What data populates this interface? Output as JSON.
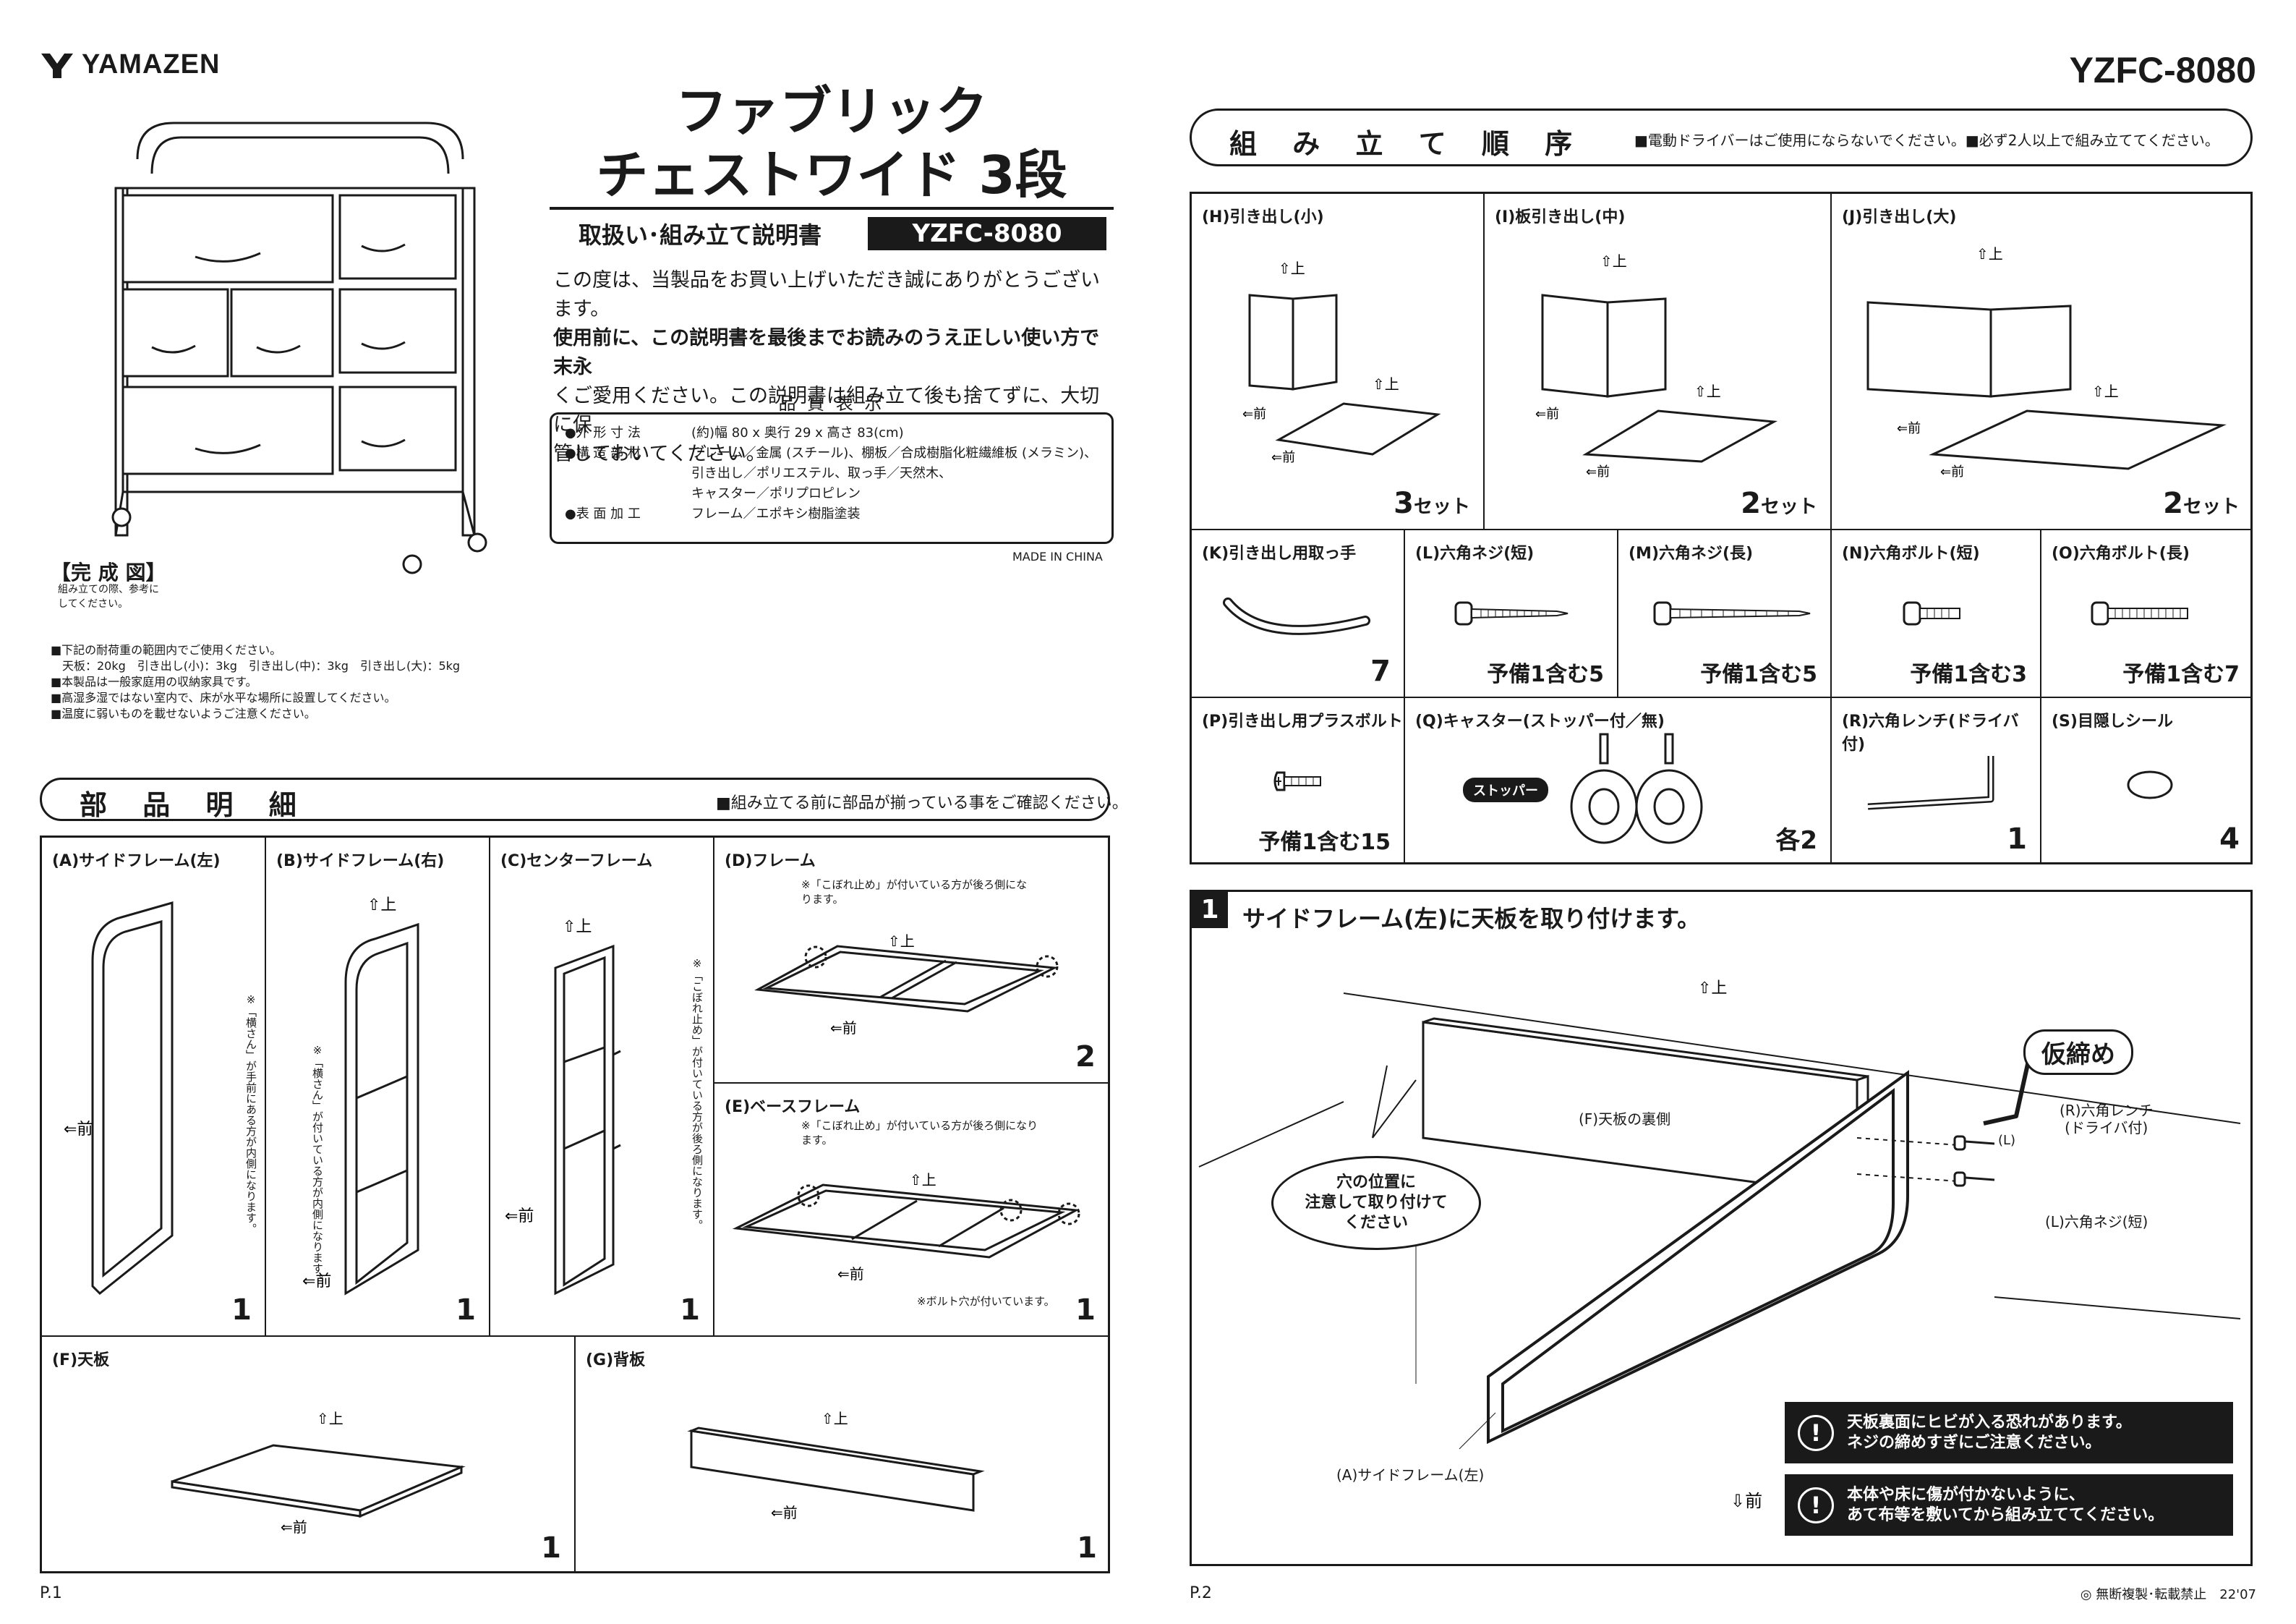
{
  "brand": {
    "logo_text": "YAMAZEN"
  },
  "model_top_right": "YZFC-8080",
  "page1": {
    "title_line1": "ファブリック",
    "title_line2": "チェストワイド 3段",
    "subtitle": "取扱い･組み立て説明書",
    "model_badge": "YZFC-8080",
    "intro_line1": "この度は、当製品をお買い上げいただき誠にありがとうございます。",
    "intro_line2": "使用前に、この説明書を最後までお読みのうえ正しい使い方で末永",
    "intro_line3": "くご愛用ください。この説明書は組み立て後も捨てずに、大切に保",
    "intro_line4": "管しておいてください。",
    "quality_heading": "品 質 表 示",
    "spec_size_label": "●外 形 寸 法",
    "spec_size_value": "(約)幅 80 x 奥行 29 x 高さ 83(cm)",
    "spec_material_label": "●構 造 部 材",
    "spec_material_value1": "フレーム／金属 (スチール)、棚板／合成樹脂化粧繊維板 (メラミン)、",
    "spec_material_value2": "引き出し／ポリエステル、取っ手／天然木、",
    "spec_material_value3": "キャスター／ポリプロピレン",
    "spec_finish_label": "●表 面 加 工",
    "spec_finish_value": "フレーム／エポキシ樹脂塗装",
    "made_in": "MADE IN CHINA",
    "completed_label": "【完 成 図】",
    "completed_note1": "組み立ての際、参考に",
    "completed_note2": "してください。",
    "notes": [
      "■下記の耐荷重の範囲内でご使用ください。",
      "　天板：20kg　引き出し(小)：3kg　引き出し(中)：3kg　引き出し(大)：5kg",
      "■本製品は一般家庭用の収納家具です。",
      "■高湿多湿ではない室内で、床が水平な場所に設置してください。",
      "■温度に弱いものを載せないようご注意ください。"
    ],
    "parts_heading": "部 品 明 細",
    "parts_note": "■組み立てる前に部品が揃っている事をご確認ください。",
    "parts": {
      "A": {
        "label": "(A)サイドフレーム(左)",
        "qty": "1",
        "note": "※「横さん」が手前にある方が内側になります。"
      },
      "B": {
        "label": "(B)サイドフレーム(右)",
        "qty": "1",
        "note": "※「横さん」が付いている方が内側になります。"
      },
      "C": {
        "label": "(C)センターフレーム",
        "qty": "1",
        "note": "※「こぼれ止め」が付いている方が後ろ側になります。"
      },
      "D": {
        "label": "(D)フレーム",
        "qty": "2",
        "note": "※「こぼれ止め」が付いている方が後ろ側になります。"
      },
      "E": {
        "label": "(E)ベースフレーム",
        "qty": "1",
        "note": "※「こぼれ止め」が付いている方が後ろ側になります。",
        "note2": "※ボルト穴が付いています。"
      },
      "F": {
        "label": "(F)天板",
        "qty": "1"
      },
      "G": {
        "label": "(G)背板",
        "qty": "1"
      }
    },
    "page_num": "P.1"
  },
  "page2": {
    "order_heading": "組 み 立 て 順 序",
    "order_note": "■電動ドライバーはご使用にならないでください。■必ず2人以上で組み立ててください。",
    "parts": {
      "H": {
        "label": "(H)引き出し(小)",
        "qty": "3",
        "unit": "セット"
      },
      "I": {
        "label": "(I)板引き出し(中)",
        "qty": "2",
        "unit": "セット"
      },
      "J": {
        "label": "(J)引き出し(大)",
        "qty": "2",
        "unit": "セット"
      },
      "K": {
        "label": "(K)引き出し用取っ手",
        "qty": "7"
      },
      "L": {
        "label": "(L)六角ネジ(短)",
        "qty": "予備1含む5"
      },
      "M": {
        "label": "(M)六角ネジ(長)",
        "qty": "予備1含む5"
      },
      "N": {
        "label": "(N)六角ボルト(短)",
        "qty": "予備1含む3"
      },
      "O": {
        "label": "(O)六角ボルト(長)",
        "qty": "予備1含む7"
      },
      "P": {
        "label": "(P)引き出し用プラスボルト",
        "qty": "予備1含む15"
      },
      "Q": {
        "label": "(Q)キャスター(ストッパー付／無)",
        "qty": "各2",
        "stopper": "ストッパー"
      },
      "R": {
        "label": "(R)六角レンチ(ドライバ付)",
        "qty": "1"
      },
      "S": {
        "label": "(S)目隠しシール",
        "qty": "4"
      }
    },
    "step1": {
      "number": "1",
      "title": "サイドフレーム(左)に天板を取り付けます。",
      "top_back_label": "(F)天板の裏側",
      "callout": "穴の位置に注意して取り付けてください",
      "callout_l1": "穴の位置に",
      "callout_l2": "注意して取り付けて",
      "callout_l3": "ください",
      "temp_tighten": "仮締め",
      "wrench_label1": "(R)六角レンチ",
      "wrench_label2": "(ドライバ付)",
      "screw_label": "(L)六角ネジ(短)",
      "l_label": "(L)",
      "frame_label": "(A)サイドフレーム(左)",
      "warn1_l1": "天板裏面にヒビが入る恐れがあります。",
      "warn1_l2": "ネジの締めすぎにご注意ください。",
      "warn2_l1": "本体や床に傷が付かないように、",
      "warn2_l2": "あて布等を敷いてから組み立ててください。"
    },
    "page_num": "P.2",
    "copyright": "◎ 無断複製･転載禁止　22'07"
  },
  "arrow_up_text": "上",
  "arrow_front_text": "前"
}
